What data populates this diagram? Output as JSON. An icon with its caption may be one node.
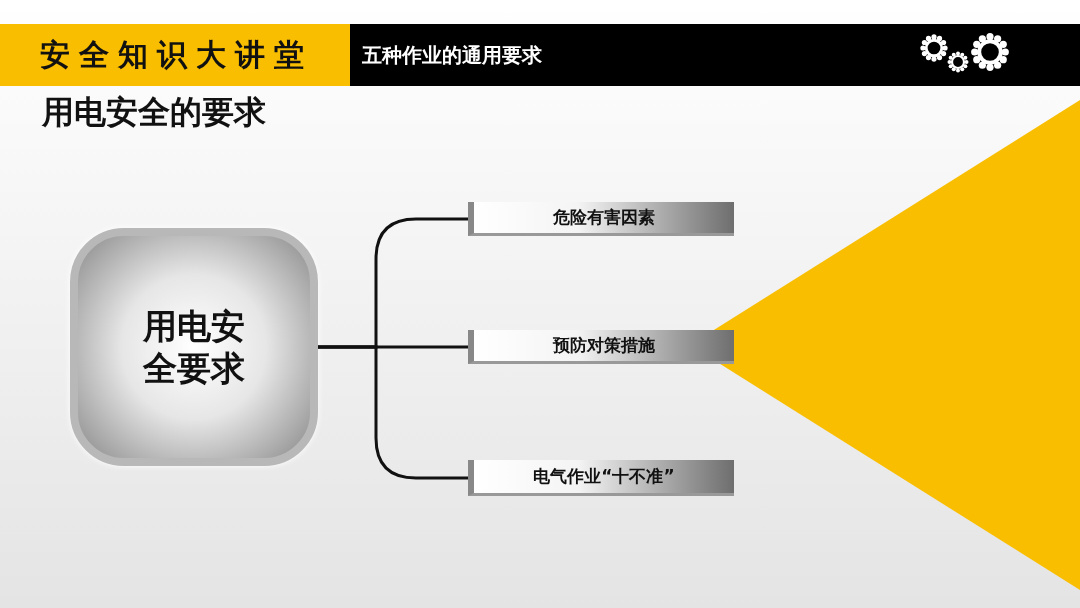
{
  "diagram": {
    "title": "用电安全的要求",
    "nodes": [
      {
        "text": [
          "用电安全要求"
        ]
      },
      {
        "text": [
          "危险有害因素"
        ]
      },
      {
        "text": [
          "预防对策措施"
        ]
      },
      {
        "text": [
          "电气作业“十不准”"
        ]
      }
    ],
    "edges": [
      {
        "from": 0,
        "to": 1,
        "arrow": "none"
      },
      {
        "from": 0,
        "to": 2,
        "arrow": "none"
      },
      {
        "from": 0,
        "to": 3,
        "arrow": "none"
      }
    ],
    "labels": [
      "安全知识大讲堂",
      "五种作业的通用要求"
    ]
  }
}
